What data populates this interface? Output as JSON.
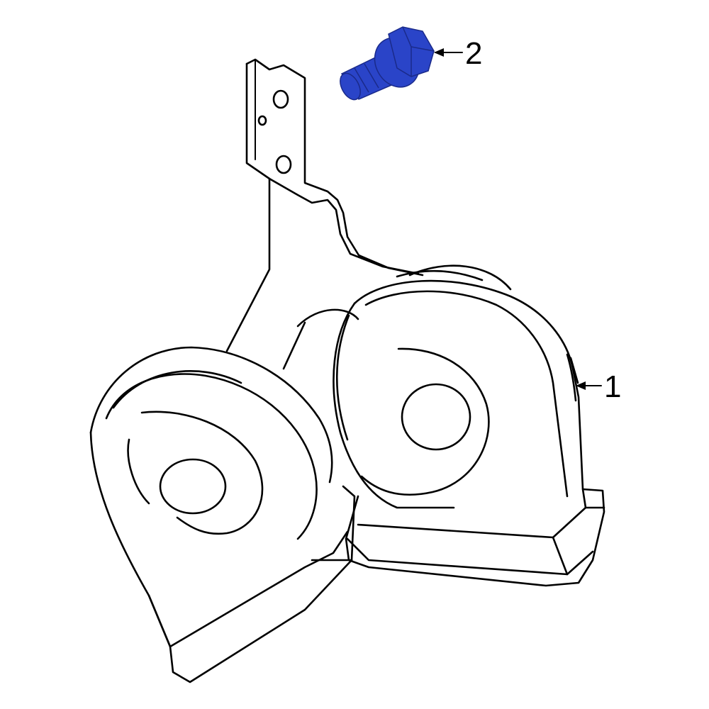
{
  "callouts": [
    {
      "id": "1",
      "label": "1"
    },
    {
      "id": "2",
      "label": "2"
    }
  ],
  "colors": {
    "highlight": "#2a44c8",
    "highlight_dark": "#1a2a8a",
    "line": "#000000",
    "background": "#ffffff"
  }
}
